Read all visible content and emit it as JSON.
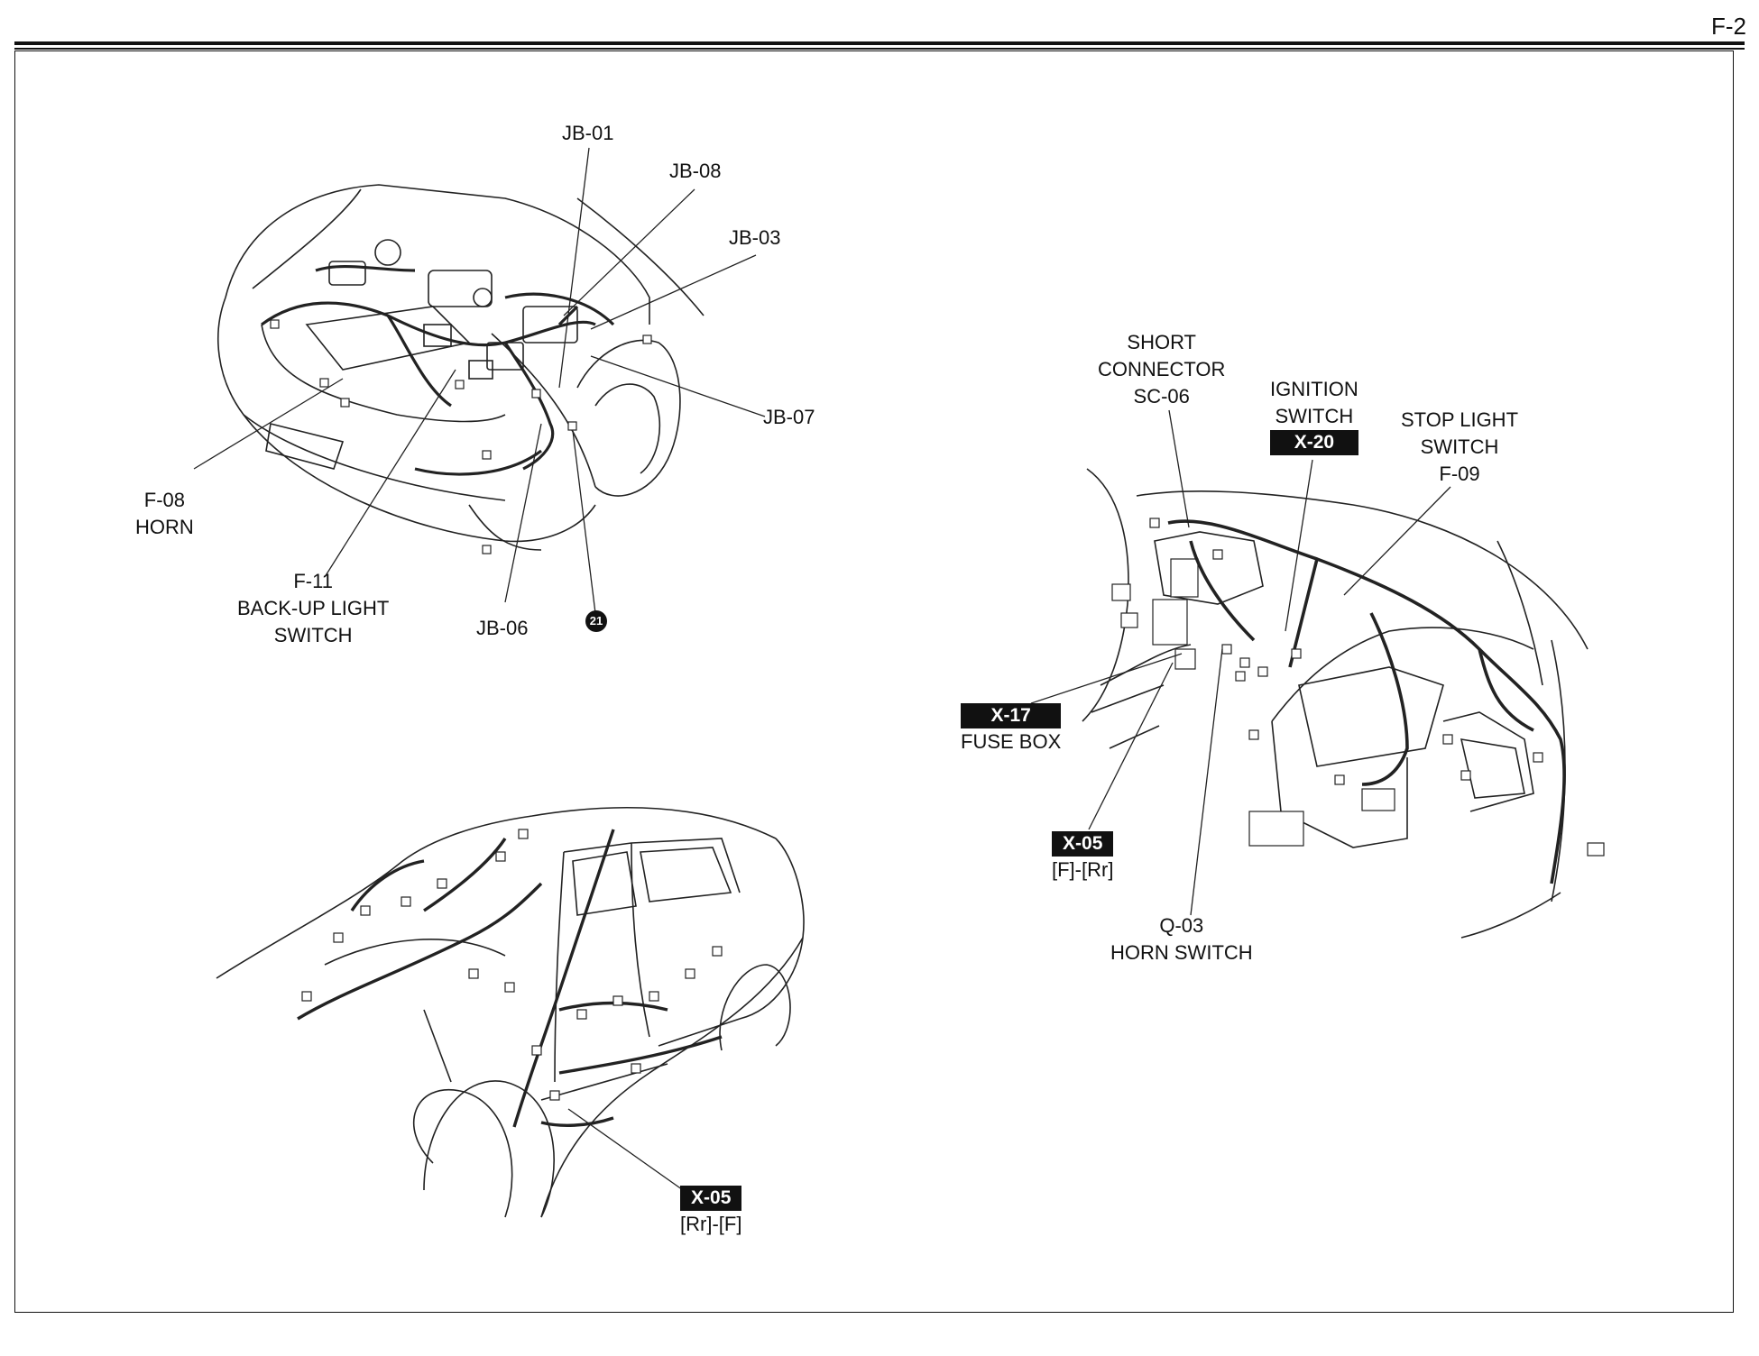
{
  "page_number": "F-2",
  "engine_view": {
    "jb01": "JB-01",
    "jb08": "JB-08",
    "jb03": "JB-03",
    "jb07": "JB-07",
    "jb06": "JB-06",
    "f08_code": "F-08",
    "f08_name": "HORN",
    "f11_code": "F-11",
    "f11_name_1": "BACK-UP LIGHT",
    "f11_name_2": "SWITCH",
    "ground_marker": "21"
  },
  "dash_view": {
    "short_connector_1": "SHORT",
    "short_connector_2": "CONNECTOR",
    "short_connector_code": "SC-06",
    "ignition_1": "IGNITION",
    "ignition_2": "SWITCH",
    "ignition_code": "X-20",
    "stop_light_1": "STOP LIGHT",
    "stop_light_2": "SWITCH",
    "stop_light_code": "F-09",
    "fuse_box_code": "X-17",
    "fuse_box_name": "FUSE BOX",
    "x05_code": "X-05",
    "x05_dir": "[F]-[Rr]",
    "horn_switch_code": "Q-03",
    "horn_switch_name": "HORN SWITCH"
  },
  "body_view": {
    "x05_code": "X-05",
    "x05_dir": "[Rr]-[F]"
  }
}
